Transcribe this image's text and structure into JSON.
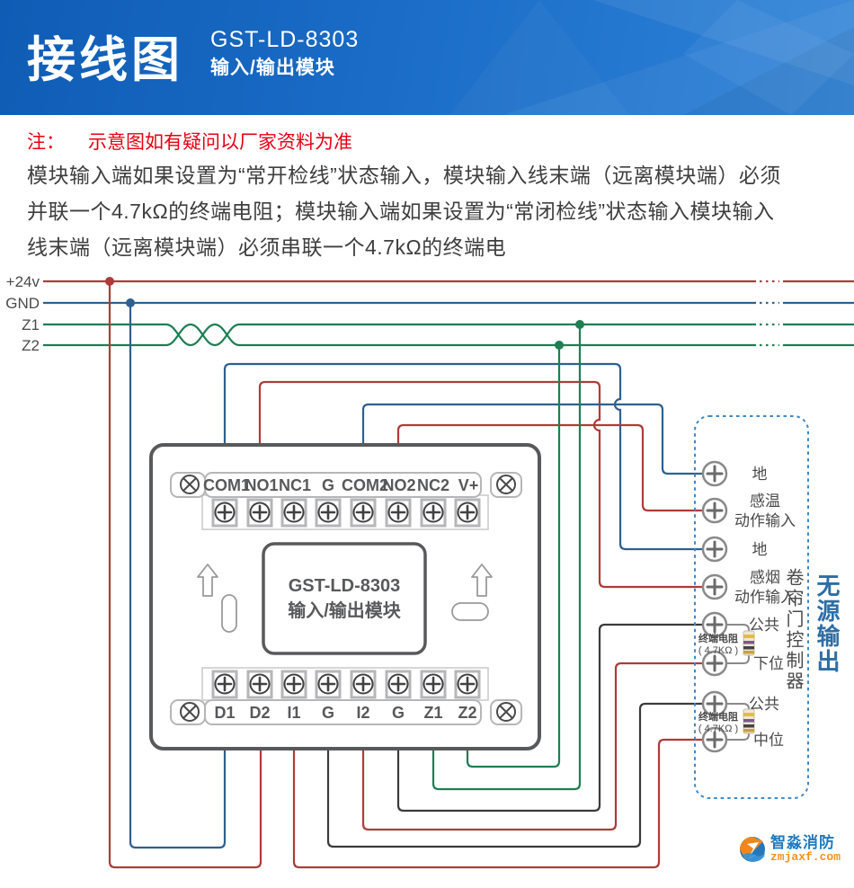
{
  "header": {
    "title": "接线图",
    "model": "GST-LD-8303",
    "subtitle": "输入/输出模块"
  },
  "note": {
    "prefix": "注：",
    "warning": "示意图如有疑问以厂家资料为准",
    "body_lines": [
      "模块输入端如果设置为“常开检线”状态输入，模块输入线末端（远离模块端）必须",
      "并联一个4.7kΩ的终端电阻；模块输入端如果设置为“常闭检线”状态输入模块输入",
      "线末端（远离模块端）必须串联一个4.7kΩ的终端电"
    ]
  },
  "bus": {
    "labels": [
      "+24v",
      "GND",
      "Z1",
      "Z2"
    ]
  },
  "module": {
    "name_line1": "GST-LD-8303",
    "name_line2": "输入/输出模块",
    "top_terminals": [
      "COM1",
      "NO1",
      "NC1",
      "G",
      "COM2",
      "NO2",
      "NC2",
      "V+"
    ],
    "bottom_terminals": [
      "D1",
      "D2",
      "I1",
      "G",
      "I2",
      "G",
      "Z1",
      "Z2"
    ]
  },
  "controller": {
    "title": "卷帘门控制器",
    "output_label": "无源输出",
    "terminals": [
      {
        "line1": "地"
      },
      {
        "line1": "感温",
        "line2": "动作输入"
      },
      {
        "line1": "地"
      },
      {
        "line1": "感烟",
        "line2": "动作输入"
      },
      {
        "line1": "公共"
      },
      {
        "line1": "下位"
      },
      {
        "line1": "公共"
      },
      {
        "line1": "中位"
      }
    ],
    "resistor_label": "终端电阻",
    "resistor_value": "( 4.7KΩ )"
  },
  "logo": {
    "name": "智淼消防",
    "url": "zmjaxf.com"
  },
  "colors": {
    "header_blue": "#1a6cc6",
    "note_red": "#e60013",
    "wire_red": "#b03a3a",
    "wire_blue": "#2e6090",
    "wire_green": "#1f7e52",
    "wire_black": "#3b3b3b",
    "module_gray": "#58595b",
    "dashed_blue": "#3f87c5",
    "output_text_blue": "#2e6da4",
    "logo_blue": "#1d7ac2",
    "logo_orange": "#f0921e"
  }
}
